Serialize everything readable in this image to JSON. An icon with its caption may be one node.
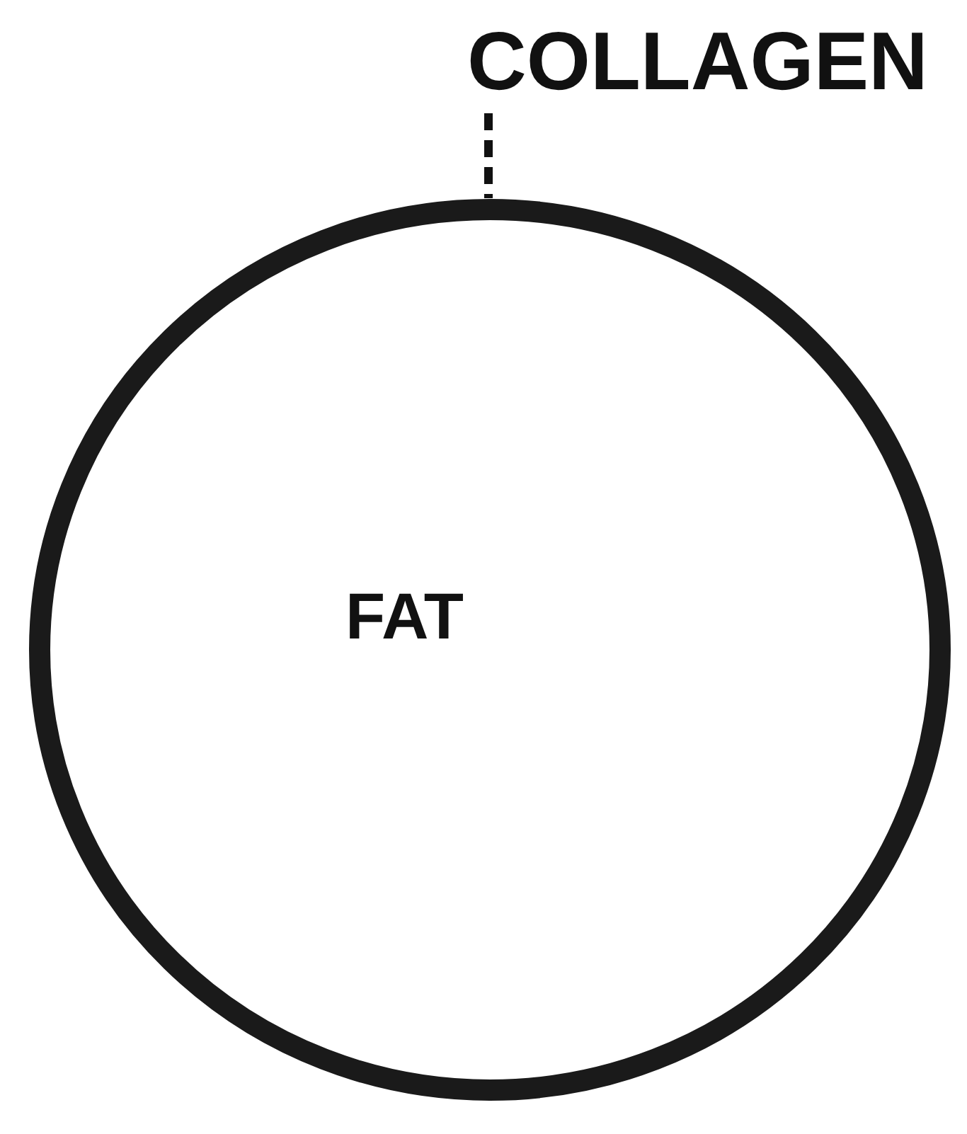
{
  "diagram": {
    "nodes": [
      {
        "text": [
          "COLLAGEN"
        ]
      },
      {
        "text": [
          "FAT"
        ]
      }
    ],
    "edges": [
      {
        "from": 0,
        "to": 1,
        "arrow": "none",
        "style": "dashed"
      }
    ]
  }
}
